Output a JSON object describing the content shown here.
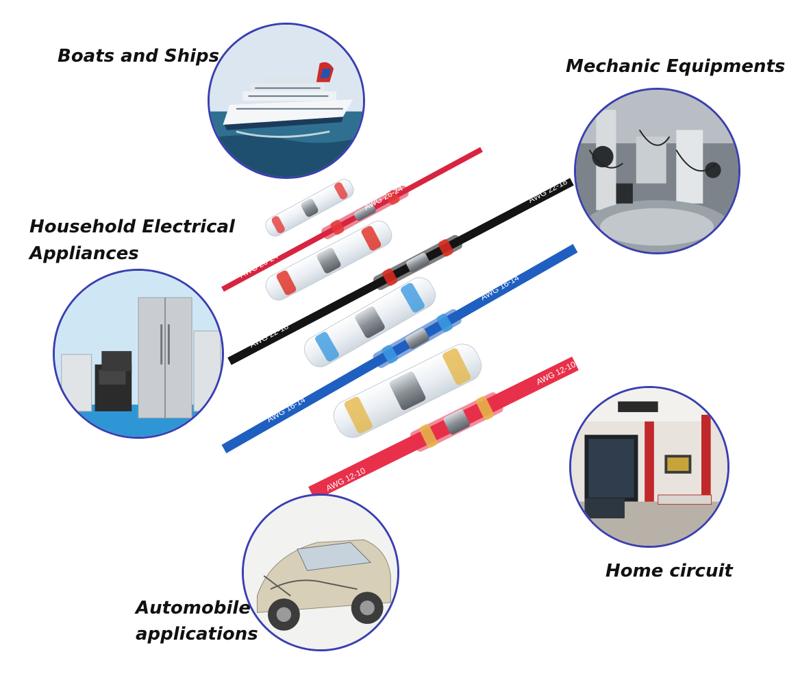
{
  "applications": {
    "boats": "Boats and Ships",
    "mechanic": "Mechanic Equipments",
    "household_line1": "Household Electrical",
    "household_line2": "Appliances",
    "home_circuit": "Home circuit",
    "automobile_line1": "Automobile",
    "automobile_line2": "applications"
  },
  "wires": [
    {
      "gauge": "AWG 26-24",
      "color": "#d8243f",
      "band": "#e63a3a"
    },
    {
      "gauge": "AWG 22-18",
      "color": "#141414",
      "band": "#e02b20"
    },
    {
      "gauge": "AWG 16-14",
      "color": "#1f5fc0",
      "band": "#3d9ae0"
    },
    {
      "gauge": "AWG 12-10",
      "color": "#e8304a",
      "band": "#e5b84a"
    }
  ],
  "colors": {
    "circle_border": "#3a3fb0",
    "text": "#111111"
  }
}
